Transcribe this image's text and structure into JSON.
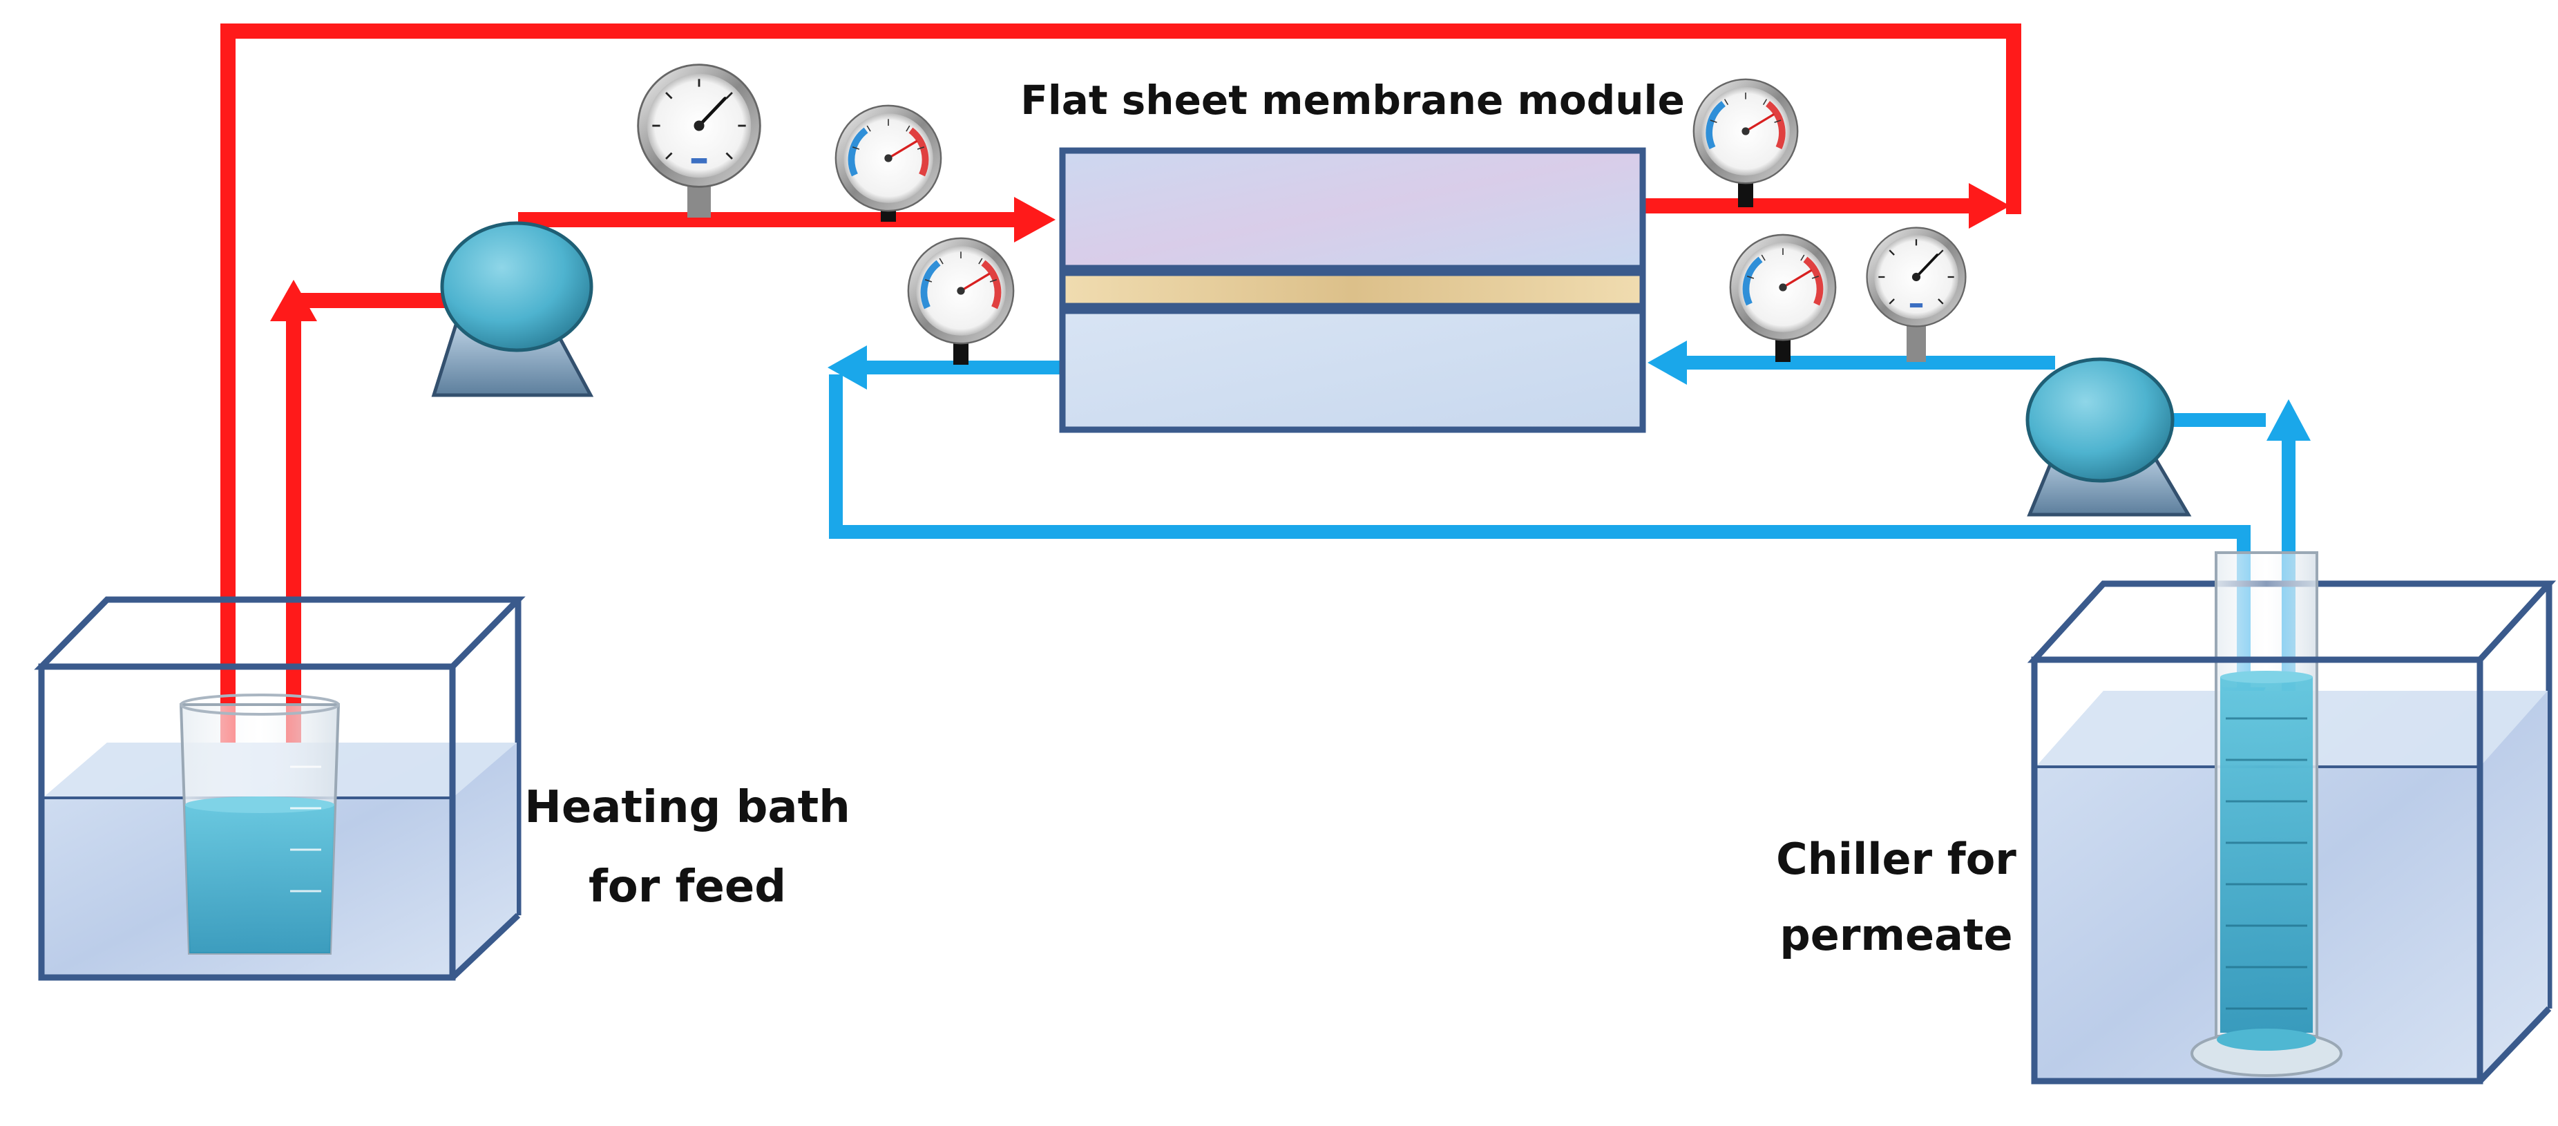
{
  "labels": {
    "module": "Flat sheet membrane module",
    "heating_line1": "Heating bath",
    "heating_line2": "for feed",
    "chiller_line1": "Chiller for",
    "chiller_line2": "permeate"
  },
  "colors": {
    "feed_line": "#ff1a1a",
    "permeate_line": "#1aa7ea",
    "pump": "#4eb3cf",
    "box_border": "#3a5a8c",
    "membrane": "#e6cc99",
    "water": "#c9d9ef",
    "liquid": "#3bb0cf"
  },
  "icons": [
    "pump-icon",
    "pressure-gauge-icon",
    "temperature-gauge-icon",
    "beaker-icon",
    "graduated-cylinder-icon"
  ]
}
